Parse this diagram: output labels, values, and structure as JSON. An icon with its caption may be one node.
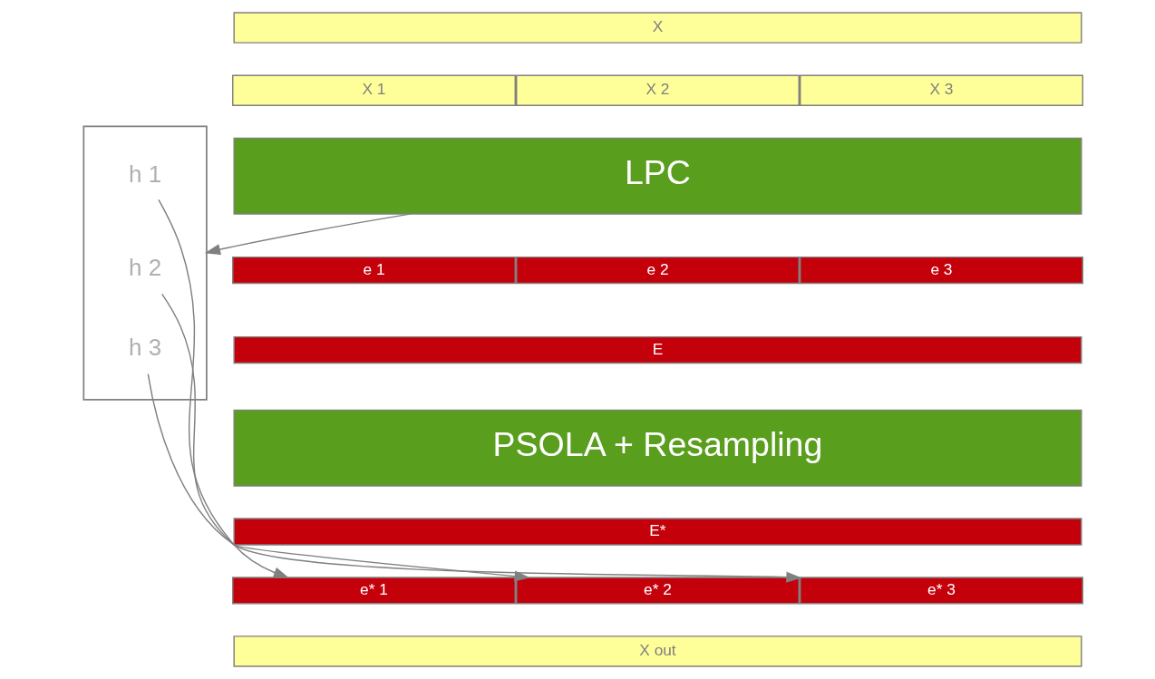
{
  "diagram": {
    "nodes": [
      {
        "text": [
          "X"
        ]
      },
      {
        "text": [
          "X 1"
        ]
      },
      {
        "text": [
          "X 2"
        ]
      },
      {
        "text": [
          "X 3"
        ]
      },
      {
        "text": [
          "LPC"
        ]
      },
      {
        "text": [
          "e 1"
        ]
      },
      {
        "text": [
          "e 2"
        ]
      },
      {
        "text": [
          "e 3"
        ]
      },
      {
        "text": [
          "E"
        ]
      },
      {
        "text": [
          "PSOLA + Resampling"
        ]
      },
      {
        "text": [
          "E*"
        ]
      },
      {
        "text": [
          "e* 1"
        ]
      },
      {
        "text": [
          "e* 2"
        ]
      },
      {
        "text": [
          "e* 3"
        ]
      },
      {
        "text": [
          "X out"
        ]
      },
      {
        "text": [],
        "shape": "bracket"
      },
      {
        "text": [
          "h 1"
        ],
        "in": 15
      },
      {
        "text": [
          "h 2"
        ],
        "in": 15
      },
      {
        "text": [
          "h 3"
        ],
        "in": 15
      }
    ],
    "edges": [
      {
        "from": 4,
        "to": 15,
        "arrow": "to"
      },
      {
        "from": 16,
        "to": 11,
        "arrow": "to"
      },
      {
        "from": 17,
        "to": 12,
        "arrow": "to"
      },
      {
        "from": 18,
        "to": 13,
        "arrow": "to"
      }
    ]
  }
}
